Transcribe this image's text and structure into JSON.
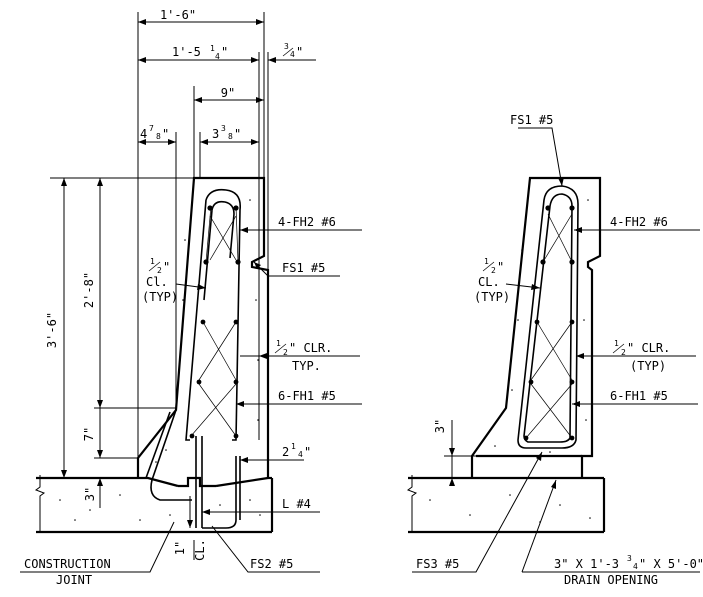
{
  "left": {
    "dims": {
      "d_1_6": "1'-6\"",
      "d_1_5": "1'-5",
      "d_1_5_frac": "1",
      "d_1_5_den": "4",
      "d_1_5_end": "\"",
      "d_3_4": "3",
      "d_3_4_den": "4",
      "d_3_4_end": "\"",
      "d_9": "9\"",
      "d_4": "4",
      "d_4_num": "7",
      "d_4_den": "8",
      "d_4_end": "\"",
      "d_3": "3",
      "d_3_num": "3",
      "d_3_den": "8",
      "d_3_end": "\"",
      "d_3_6": "3'-6\"",
      "d_2_8": "2'-8\"",
      "d_7": "7\"",
      "d_3in": "3\"",
      "d_1in": "1\"",
      "d_cl": "CL."
    },
    "labels": {
      "fh2": "4-FH2 #6",
      "fs1": "FS1 #5",
      "clr_num": "1",
      "clr_den": "2",
      "clr_text": "\" CLR.",
      "typ": "TYP.",
      "fh1": "6-FH1 #5",
      "d_2": "2",
      "d_2_num": "1",
      "d_2_den": "4",
      "d_2_end": "\"",
      "l4": "L #4",
      "fs2": "FS2 #5",
      "cl_num": "1",
      "cl_den": "2",
      "cl_end": "\"",
      "cl_text": "Cl.",
      "cl_typ": "(TYP)",
      "construction": "CONSTRUCTION",
      "joint": "JOINT"
    }
  },
  "right": {
    "labels": {
      "fs1": "FS1 #5",
      "fh2": "4-FH2 #6",
      "cl_num": "1",
      "cl_den": "2",
      "cl_end": "\"",
      "cl_text": "CL.",
      "cl_typ": "(TYP)",
      "clr_num": "1",
      "clr_den": "2",
      "clr_text": "\" CLR.",
      "clr_typ": "(TYP)",
      "fh1": "6-FH1 #5",
      "d_3in": "3\"",
      "fs3": "FS3 #5",
      "drain_a": "3\" X 1'-3",
      "drain_num": "3",
      "drain_den": "4",
      "drain_b": "\" X 5'-0\"",
      "drain_text": "DRAIN OPENING"
    }
  }
}
